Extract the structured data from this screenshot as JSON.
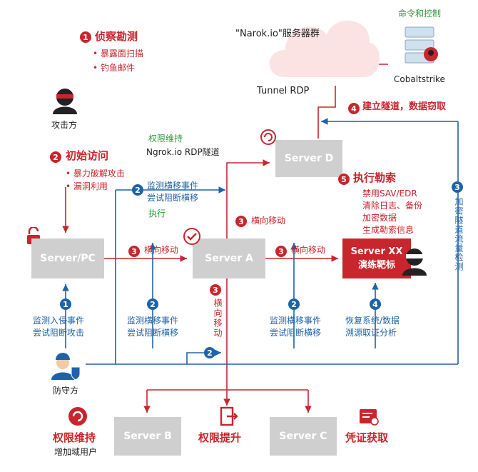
{
  "recon": {
    "num": "1",
    "title": "侦察勘测",
    "items": [
      "暴露面扫描",
      "钓鱼邮件"
    ]
  },
  "attacker": {
    "label": "攻击方"
  },
  "initial_access": {
    "num": "2",
    "title": "初始访问",
    "items": [
      "暴力破解攻击",
      "漏洞利用"
    ]
  },
  "cloud": {
    "title": "\"Narok.io\"服务器群",
    "tunnel": "Tunnel RDP"
  },
  "c2": {
    "title": "命令和控制",
    "label": "Cobaltstrike"
  },
  "tunnel_step": {
    "num": "4",
    "text": "建立隧道，数据窃取"
  },
  "persist": {
    "title": "权限维持",
    "sub": "Ngrok.io RDP隧道"
  },
  "server_d": {
    "label": "Server D"
  },
  "ransom": {
    "num": "5",
    "title": "执行勒索",
    "items": [
      "禁用SAV/EDR",
      "清除日志、备份",
      "加密数据",
      "生成勒索信息"
    ]
  },
  "monitor_top": {
    "num": "2",
    "lines": [
      "监测横移事件",
      "尝试阻断横移"
    ],
    "exec": "执行"
  },
  "lateral_up": {
    "num": "3",
    "text": "横向移动"
  },
  "server_pc": {
    "label": "Server/PC"
  },
  "server_a": {
    "label": "Server A"
  },
  "lateral1": {
    "num": "3",
    "text": "横向移动"
  },
  "lateral2": {
    "num": "3",
    "text": "横向移动"
  },
  "lateral_down": {
    "num": "3",
    "text": "横向移动"
  },
  "server_xx": {
    "label": "Server XX",
    "sub": "演练靶标"
  },
  "enc_tunnel": {
    "num": "3",
    "text": "加密隧道流量检测"
  },
  "def1": {
    "num": "1",
    "lines": [
      "监测入侵事件",
      "尝试阻断攻击"
    ]
  },
  "def2": {
    "num": "2",
    "lines": [
      "监测横移事件",
      "尝试阻断横移"
    ]
  },
  "def3": {
    "num": "2",
    "lines": [
      "监测横移事件",
      "尝试阻断横移"
    ]
  },
  "def4": {
    "num": "4",
    "lines": [
      "恢复系统/数据",
      "溯源取证分析"
    ]
  },
  "def_bottom": {
    "num": "2"
  },
  "defender": {
    "label": "防守方"
  },
  "bottom": {
    "left_title": "权限维持",
    "left_sub": "增加域用户",
    "server_b": "Server B",
    "mid_title": "权限提升",
    "server_c": "Server C",
    "right_title": "凭证获取"
  },
  "colors": {
    "red": "#c8252c",
    "blue": "#1e63a8",
    "gray": "#cfcfcf",
    "green": "#2f9a3a"
  }
}
